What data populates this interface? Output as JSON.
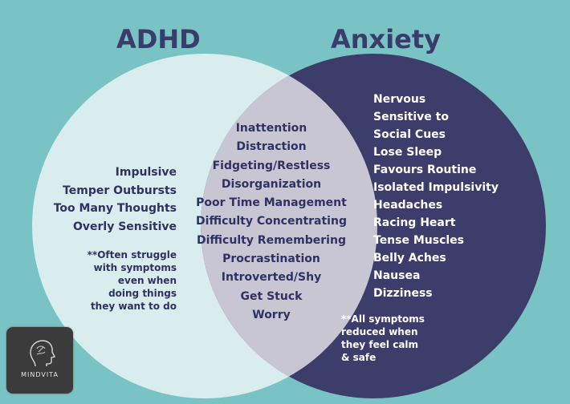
{
  "colors": {
    "background": "#79c3c4",
    "adhd_circle": "#d9edee",
    "anxiety_circle": "#3c3d6b",
    "overlap": "#c9c6d4",
    "text_dark": "#2e3262",
    "text_light": "#ffffff"
  },
  "adhd": {
    "title": "ADHD",
    "items": [
      "Impulsive",
      "Temper Outbursts",
      "Too Many Thoughts",
      "Overly Sensitive"
    ],
    "note": [
      "**Often struggle",
      "with symptoms",
      "even when",
      "doing things",
      "they want to do"
    ]
  },
  "anxiety": {
    "title": "Anxiety",
    "items": [
      "Nervous",
      "Sensitive to",
      "Social Cues",
      "Lose Sleep",
      "Favours Routine",
      "Isolated Impulsivity",
      "Headaches",
      "Racing Heart",
      "Tense Muscles",
      "Belly Aches",
      "Nausea",
      "Dizziness"
    ],
    "note": [
      "**All symptoms",
      "reduced when",
      "they feel calm",
      "& safe"
    ]
  },
  "both": {
    "items": [
      "Inattention",
      "Distraction",
      "Fidgeting/Restless",
      "Disorganization",
      "Poor Time Management",
      "Difficulty Concentrating",
      "Difficulty Remembering",
      "Procrastination",
      "Introverted/Shy",
      "Get Stuck",
      "Worry"
    ]
  },
  "logo": {
    "text": "MINDVITA",
    "icon": "head-profile-icon"
  }
}
